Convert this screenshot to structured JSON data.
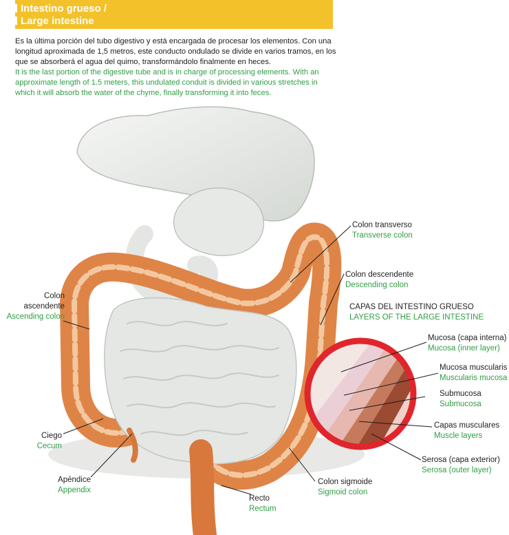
{
  "header": {
    "title_es": "Intestino grueso /",
    "title_en": "Large intestine",
    "bg_color": "#f3c12a"
  },
  "intro": {
    "es": "Es la última porción del tubo digestivo y está encargada de procesar los elementos. Con una longitud aproximada de 1,5 metros, este conducto ondulado se divide en varios tramos, en los que se absorberá el agua del quimo, transformándolo finalmente en heces.",
    "en": "It is the last portion of the digestive tube and is in charge of processing elements. With an approximate length of 1.5 meters, this undulated conduit is divided in various stretches in which it will absorb the water of the chyme, finally transforming it into feces."
  },
  "labels": {
    "transverse": {
      "es": "Colon transverso",
      "en": "Transverse colon"
    },
    "descending": {
      "es": "Colon descendente",
      "en": "Descending colon"
    },
    "ascending": {
      "es1": "Colon",
      "es2": "ascendente",
      "en": "Ascending colon"
    },
    "cecum": {
      "es": "Ciego",
      "en": "Cecum"
    },
    "appendix": {
      "es": "Apéndice",
      "en": "Appendix"
    },
    "rectum": {
      "es": "Recto",
      "en": "Rectum"
    },
    "sigmoid": {
      "es": "Colon sigmoide",
      "en": "Sigmoid colon"
    }
  },
  "layers": {
    "title_es": "CAPAS DEL INTESTINO GRUESO",
    "title_en": "LAYERS OF THE LARGE INTESTINE",
    "items": [
      {
        "es": "Mucosa (capa interna)",
        "en": "Mucosa (inner layer)"
      },
      {
        "es": "Mucosa muscularis",
        "en": "Muscularis mucosa"
      },
      {
        "es": "Submucosa",
        "en": "Submucosa"
      },
      {
        "es": "Capas musculares",
        "en": "Muscle layers"
      },
      {
        "es": "Serosa (capa exterior)",
        "en": "Serosa (outer layer)"
      }
    ]
  },
  "colors": {
    "english_text": "#2f9e44",
    "colon": "#e0864a",
    "organ": "#eceeec",
    "circle_border": "#e0262c"
  }
}
